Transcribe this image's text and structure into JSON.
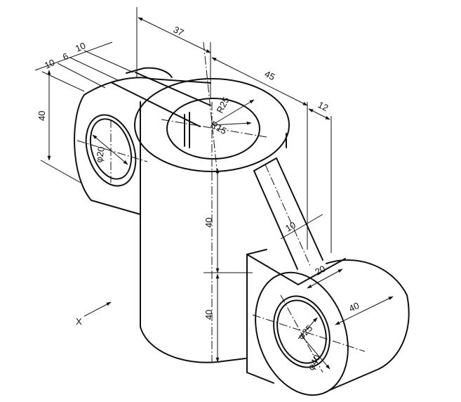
{
  "dimensions": {
    "d37": "37",
    "d45": "45",
    "d12": "12",
    "d10_top": "10",
    "d6": "6",
    "d10_left": "10",
    "d40_left": "40",
    "dR25": "R25",
    "dR15": "R15",
    "dphi20": "φ20",
    "d40_upper": "40",
    "d40_lower": "40",
    "d10_rib": "10",
    "d20": "20",
    "d40_right": "40",
    "dphi25": "φ25",
    "dphi40": "φ40"
  },
  "axis": {
    "x_label": "X"
  },
  "colors": {
    "ink": "#111111",
    "paper": "#ffffff"
  }
}
